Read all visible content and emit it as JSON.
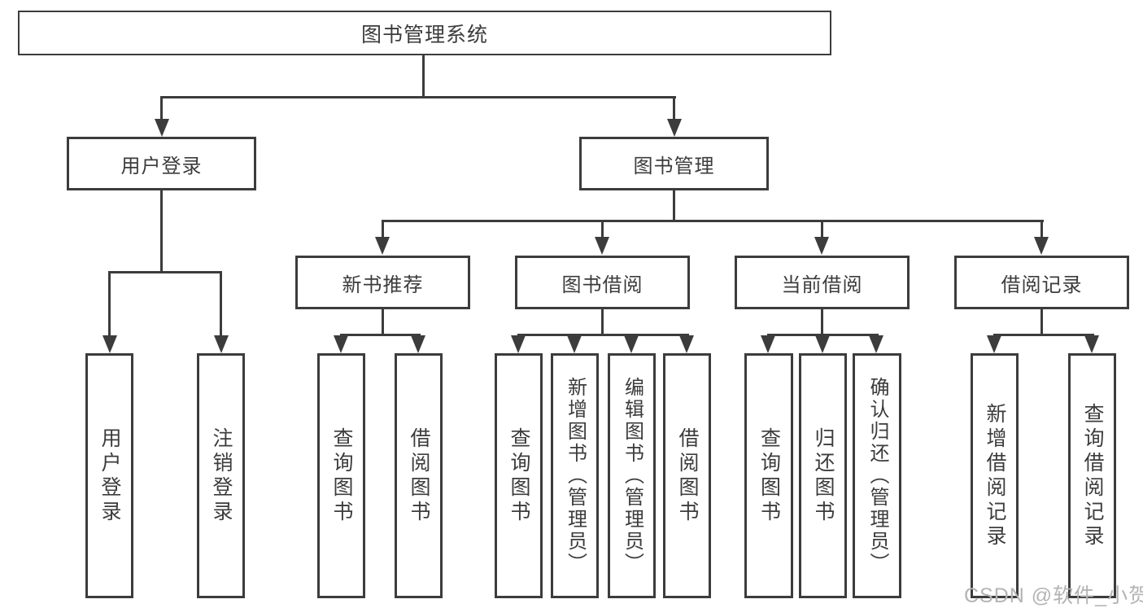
{
  "diagram": {
    "type": "hierarchy-tree",
    "line_color": "#3c3c3c",
    "text_color": "#3c3c3c",
    "background_color": "#ffffff",
    "watermark": {
      "text": "CSDN @软件_小贺同学",
      "color": "#b4b4b4"
    },
    "tree": {
      "label": "图书管理系统",
      "children": [
        {
          "label": "用户登录",
          "children": [
            {
              "label": "用户登录"
            },
            {
              "label": "注销登录"
            }
          ]
        },
        {
          "label": "图书管理",
          "children": [
            {
              "label": "新书推荐",
              "children": [
                {
                  "label": "查询图书"
                },
                {
                  "label": "借阅图书"
                }
              ]
            },
            {
              "label": "图书借阅",
              "children": [
                {
                  "label": "查询图书"
                },
                {
                  "label": "新增图书（管理员）"
                },
                {
                  "label": "编辑图书（管理员）"
                },
                {
                  "label": "借阅图书"
                }
              ]
            },
            {
              "label": "当前借阅",
              "children": [
                {
                  "label": "查询图书"
                },
                {
                  "label": "归还图书"
                },
                {
                  "label": "确认归还（管理员）"
                }
              ]
            },
            {
              "label": "借阅记录",
              "children": [
                {
                  "label": "新增借阅记录"
                },
                {
                  "label": "查询借阅记录"
                }
              ]
            }
          ]
        }
      ]
    }
  }
}
